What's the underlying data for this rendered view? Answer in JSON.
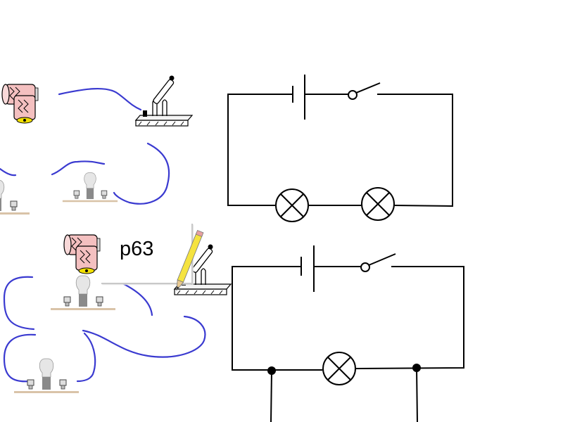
{
  "note": {
    "label": "p63"
  },
  "colors": {
    "wire_hand": "#3a3ad0",
    "circuit_line": "#000000",
    "board": "#d9c3a8",
    "bulb_glass": "#c8c8c8",
    "battery_body": "#f4c0c0",
    "battery_cap": "#f2e000",
    "pencil": "#f5e340"
  },
  "diagram": {
    "top_circuit": {
      "components": [
        "battery",
        "switch",
        "lamp",
        "lamp"
      ],
      "connection": "series"
    },
    "bottom_circuit": {
      "components": [
        "battery",
        "switch",
        "lamp",
        "junction",
        "junction"
      ],
      "connection": "parallel"
    }
  },
  "icons": [
    "battery-icon",
    "knife-switch-icon",
    "bulb-holder-icon",
    "pencil-icon"
  ]
}
